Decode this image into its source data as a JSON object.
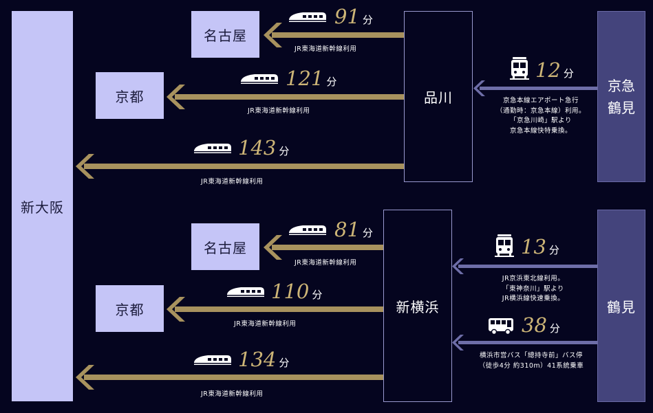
{
  "stations": {
    "shin_osaka": "新大阪",
    "nagoya": "名古屋",
    "kyoto": "京都",
    "shinagawa": "品川",
    "keikyu_tsurumi_line1": "京急",
    "keikyu_tsurumi_line2": "鶴見",
    "shin_yokohama": "新横浜",
    "tsurumi": "鶴見"
  },
  "unit": "分",
  "routes": {
    "shinagawa_nagoya": {
      "minutes": "91",
      "note": "JR東海道新幹線利用"
    },
    "shinagawa_kyoto": {
      "minutes": "121",
      "note": "JR東海道新幹線利用"
    },
    "shinagawa_shin_osaka": {
      "minutes": "143",
      "note": "JR東海道新幹線利用"
    },
    "shinyokohama_nagoya": {
      "minutes": "81",
      "note": "JR東海道新幹線利用"
    },
    "shinyokohama_kyoto": {
      "minutes": "110",
      "note": "JR東海道新幹線利用"
    },
    "shinyokohama_shin_osaka": {
      "minutes": "134",
      "note": "JR東海道新幹線利用"
    },
    "keikyu_tsurumi_shinagawa": {
      "minutes": "12",
      "note_lines": [
        "京急本線エアポート急行",
        "（通勤時：京急本線）利用。",
        "「京急川崎」駅より",
        "京急本線快特乗換。"
      ]
    },
    "tsurumi_shinyokohama_train": {
      "minutes": "13",
      "note_lines": [
        "JR京浜東北線利用。",
        "「東神奈川」駅より",
        "JR横浜線快速乗換。"
      ]
    },
    "tsurumi_shinyokohama_bus": {
      "minutes": "38",
      "note_lines": [
        "横浜市営バス「總持寺前」バス停",
        "（徒歩4分 約310m）41系統乗車"
      ]
    }
  },
  "colors": {
    "background": "#05051f",
    "gold_arrow": "#a8925e",
    "lilac_arrow": "#6e6ea8",
    "time_gold": "#cdb577"
  },
  "icons": {
    "shinkansen": "shinkansen-icon",
    "train": "train-icon",
    "bus": "bus-icon"
  }
}
